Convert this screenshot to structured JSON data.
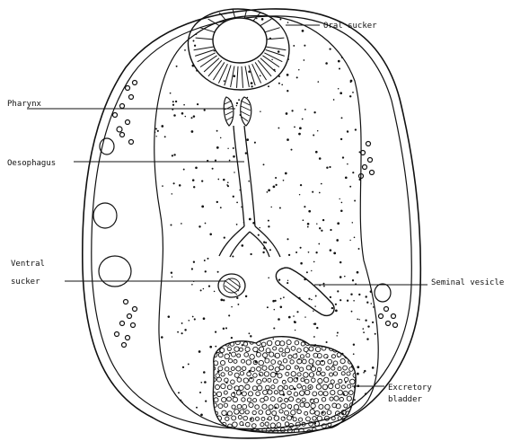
{
  "labels": {
    "oral_sucker": "Oral sucker",
    "pharynx": "Pharynx",
    "oesophagus": "Oesophagus",
    "ventral_line1": "Ventral",
    "ventral_line2": "sucker",
    "seminal_vesicle": "Seminal vesicle",
    "excretory_line1": "Excretory",
    "excretory_line2": "bladder"
  }
}
